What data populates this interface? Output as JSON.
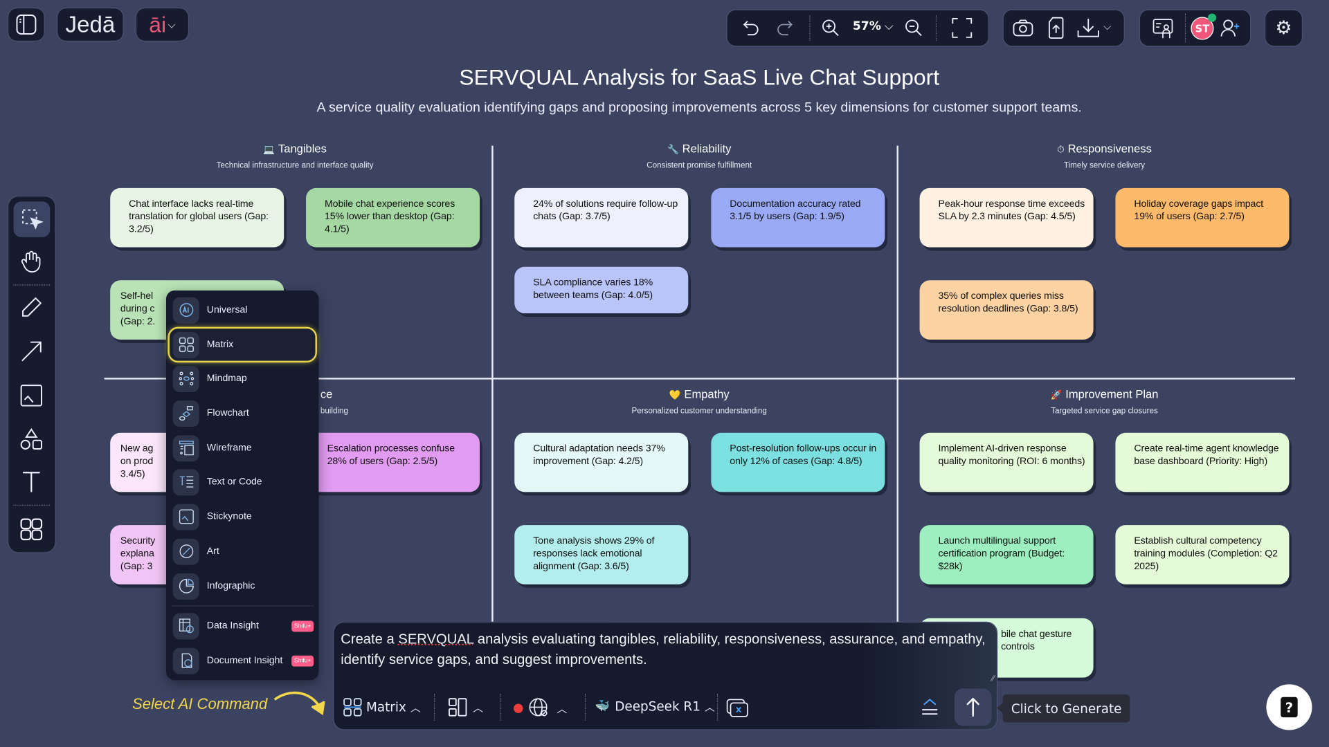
{
  "app": {
    "logo": "Jedā",
    "ai_menu": "āi"
  },
  "toolbar": {
    "zoom_level": "57%"
  },
  "user": {
    "initials": "ST",
    "avatar_color": "#f0567a",
    "online_color": "#22b573"
  },
  "doc": {
    "title": "SERVQUAL Analysis for SaaS Live Chat Support",
    "subtitle": "A service quality evaluation identifying gaps and proposing improvements across 5 key dimensions for customer support teams."
  },
  "sections": [
    {
      "icon": "💻",
      "title": "Tangibles",
      "subtitle": "Technical infrastructure and interface quality",
      "cards": [
        {
          "text": "Chat interface lacks real-time translation for global users (Gap: 3.2/5)",
          "color": "#e6f5e4"
        },
        {
          "text": "Mobile chat experience scores 15% lower than desktop (Gap: 4.1/5)",
          "color": "#a6d8a4"
        },
        {
          "text": "Self-hel during c (Gap: 2.",
          "color": "#b9e3b6"
        }
      ]
    },
    {
      "icon": "🔧",
      "title": "Reliability",
      "subtitle": "Consistent promise fulfillment",
      "cards": [
        {
          "text": "24% of solutions require follow-up chats (Gap: 3.7/5)",
          "color": "#eef0fe"
        },
        {
          "text": "Documentation accuracy rated 3.1/5 by users (Gap: 1.9/5)",
          "color": "#9aaaf6"
        },
        {
          "text": "SLA compliance varies 18% between teams (Gap: 4.0/5)",
          "color": "#b9c4f8"
        }
      ]
    },
    {
      "icon": "⏱",
      "title": "Responsiveness",
      "subtitle": "Timely service delivery",
      "cards": [
        {
          "text": "Peak-hour response time exceeds SLA by 2.3 minutes (Gap: 4.5/5)",
          "color": "#fff2e2"
        },
        {
          "text": "Holiday coverage gaps impact 19% of users (Gap: 2.7/5)",
          "color": "#fdba6b"
        },
        {
          "text": "35% of complex queries miss resolution deadlines (Gap: 3.8/5)",
          "color": "#fdd3a3"
        }
      ]
    },
    {
      "icon": "",
      "title": "ce",
      "subtitle": "building",
      "cards": [
        {
          "text": "New ag on prod 3.4/5)",
          "color": "#fbe6fb"
        },
        {
          "text": "Escalation processes confuse 28% of users (Gap: 2.5/5)",
          "color": "#e19bf0"
        },
        {
          "text": "Security explana (Gap: 3",
          "color": "#f0c5f5"
        }
      ]
    },
    {
      "icon": "💛",
      "title": "Empathy",
      "subtitle": "Personalized customer understanding",
      "cards": [
        {
          "text": "Cultural adaptation needs 37% improvement (Gap: 4.2/5)",
          "color": "#e5f8f8"
        },
        {
          "text": "Post-resolution follow-ups occur in only 12% of cases (Gap: 4.8/5)",
          "color": "#7cdfe0"
        },
        {
          "text": "Tone analysis shows 29% of responses lack emotional alignment (Gap: 3.6/5)",
          "color": "#b3eded"
        }
      ]
    },
    {
      "icon": "🚀",
      "title": "Improvement Plan",
      "subtitle": "Targeted service gap closures",
      "cards": [
        {
          "text": "Implement AI-driven response quality monitoring (ROI: 6 months)",
          "color": "#e5fad8"
        },
        {
          "text": "Create real-time agent knowledge base dashboard (Priority: High)",
          "color": "#e5fbd8"
        },
        {
          "text": "Launch multilingual support certification program (Budget: $28k)",
          "color": "#9eefbf"
        },
        {
          "text": "Establish cultural competency training modules (Completion: Q2 2025)",
          "color": "#e5fbd8"
        },
        {
          "text": "bile chat gesture controls",
          "color": "#d5fbdb"
        }
      ]
    }
  ],
  "command_menu": {
    "items": [
      {
        "label": "Universal",
        "icon": "ai-chat-icon"
      },
      {
        "label": "Matrix",
        "icon": "matrix-icon",
        "selected": true
      },
      {
        "label": "Mindmap",
        "icon": "mindmap-icon"
      },
      {
        "label": "Flowchart",
        "icon": "flowchart-icon"
      },
      {
        "label": "Wireframe",
        "icon": "wireframe-icon"
      },
      {
        "label": "Text or Code",
        "icon": "text-code-icon"
      },
      {
        "label": "Stickynote",
        "icon": "stickynote-icon"
      },
      {
        "label": "Art",
        "icon": "art-icon"
      },
      {
        "label": "Infographic",
        "icon": "infographic-icon"
      }
    ],
    "premium_items": [
      {
        "label": "Data Insight",
        "badge": "Shifu+",
        "icon": "data-insight-icon"
      },
      {
        "label": "Document Insight",
        "badge": "Shifu+",
        "icon": "document-insight-icon"
      }
    ],
    "highlight_color": "#e8d44a"
  },
  "prompt": {
    "text_before": "Create a ",
    "text_flagged": "SERVQUAL",
    "text_after": " analysis evaluating tangibles, reliability, responsiveness, assurance, and empathy, identify service gaps, and suggest improvements.",
    "command": "Matrix",
    "model": "DeepSeek R1"
  },
  "hints": {
    "select_command": "Select AI Command",
    "generate": "Click to Generate"
  }
}
